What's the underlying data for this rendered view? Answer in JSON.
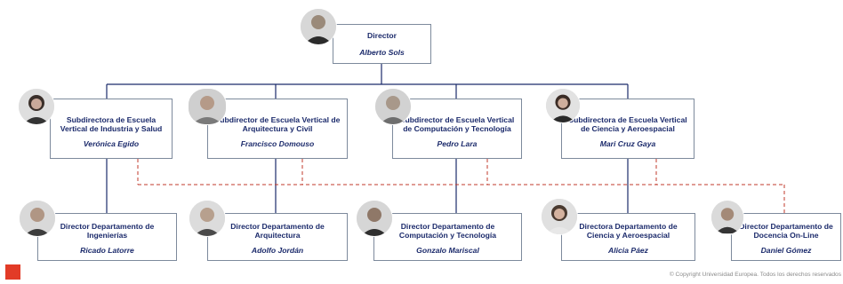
{
  "director": {
    "role": "Director",
    "name": "Alberto Sols"
  },
  "subdirectors": [
    {
      "role": "Subdirectora de Escuela Vertical de Industria y Salud",
      "name": "Verónica Egido"
    },
    {
      "role": "Subdirector de Escuela Vertical de Arquitectura y Civil",
      "name": "Francisco Domouso"
    },
    {
      "role": "Subdirector de Escuela Vertical de Computación y Tecnología",
      "name": "Pedro Lara"
    },
    {
      "role": "Subdirectora de Escuela Vertical de Ciencia y Aeroespacial",
      "name": "Mari Cruz Gaya"
    }
  ],
  "departments": [
    {
      "role": "Director Departamento de Ingenierías",
      "name": "Ricado Latorre"
    },
    {
      "role": "Director Departamento de Arquitectura",
      "name": "Adolfo Jordán"
    },
    {
      "role": "Director Departamento de Computación y Tecnología",
      "name": "Gonzalo Mariscal"
    },
    {
      "role": "Directora Departamento de Ciencia y Aeroespacial",
      "name": "Alicia Páez"
    },
    {
      "role": "Director Departamento de Docencia On-Line",
      "name": "Daniel Gómez"
    }
  ],
  "footer": {
    "copyright": "© Copyright Universidad Europea. Todos los derechos reservados"
  },
  "colors": {
    "line": "#1b2a6b",
    "dashed": "#c0392b",
    "text": "#1b2a6b",
    "accent": "#e23b27"
  }
}
